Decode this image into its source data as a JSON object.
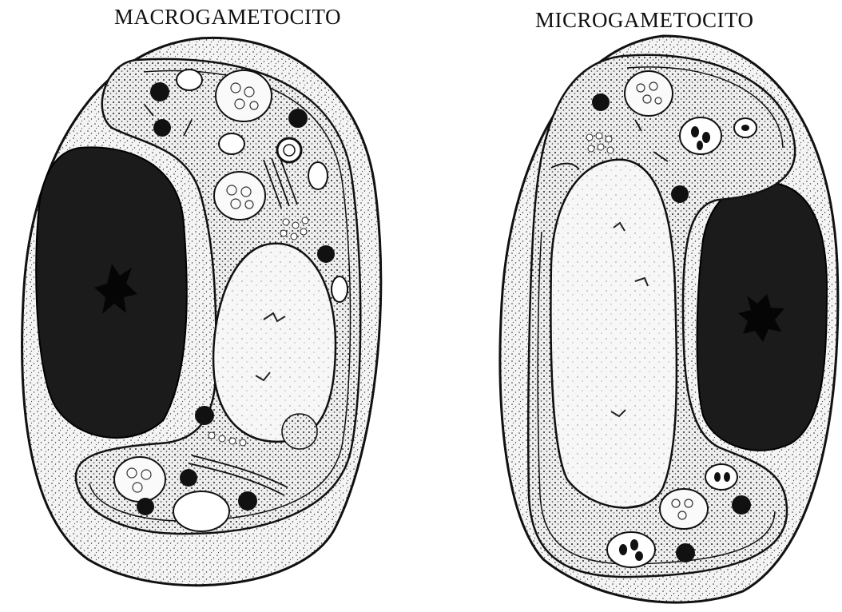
{
  "figure": {
    "cells": [
      {
        "title": "MACROGAMETOCITO",
        "parts": [
          "outer-membrane",
          "cytoplasm",
          "nucleus",
          "inner-cytoplasm",
          "secretory-vesicles",
          "mitochondria",
          "pigment-granules"
        ]
      },
      {
        "title": "MICROGAMETOCITO",
        "parts": [
          "outer-membrane",
          "cytoplasm",
          "nucleus",
          "inner-cytoplasm",
          "mitochondria",
          "pigment-granules"
        ]
      }
    ],
    "colors": {
      "ink": "#111111",
      "nucleus": "#1b1b1b",
      "cytoplasm": "#f1f1f1",
      "background": "#ffffff"
    }
  }
}
